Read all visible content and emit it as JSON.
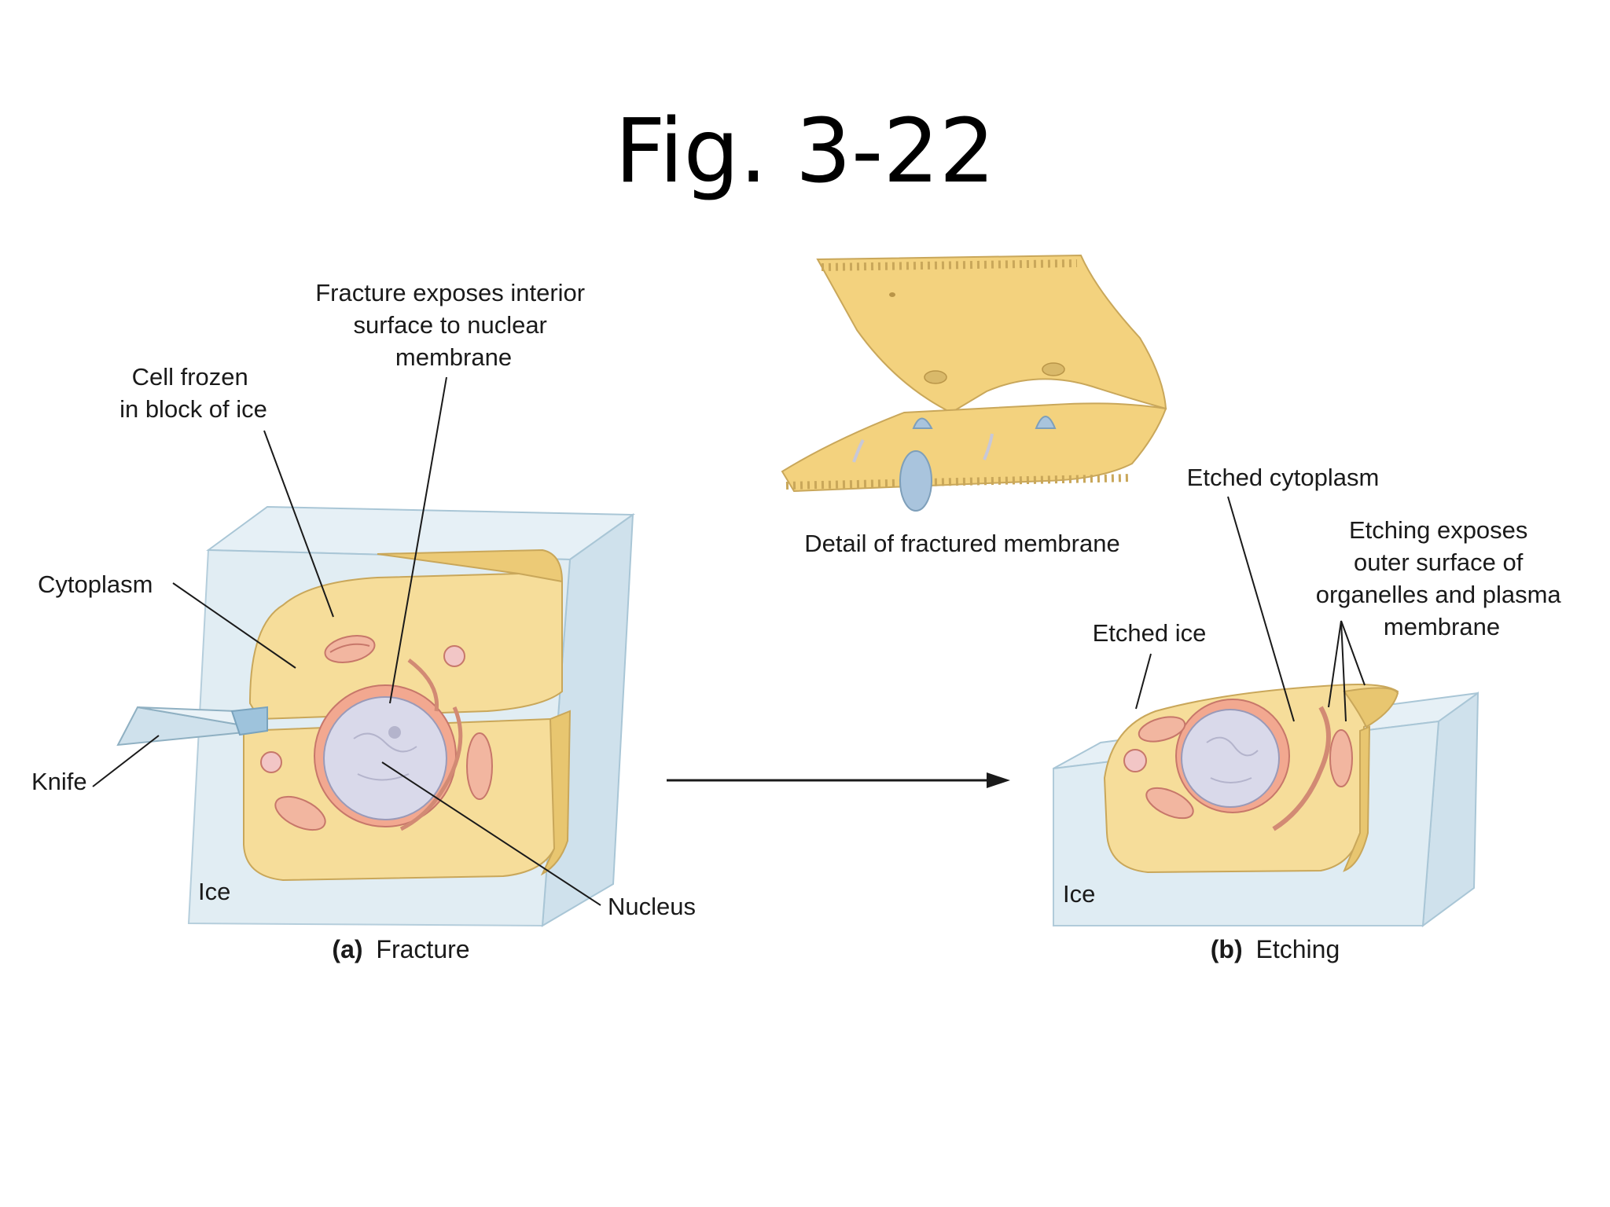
{
  "title": "Fig. 3-22",
  "labels": {
    "fracture_exposes": [
      "Fracture exposes interior",
      "surface to nuclear",
      "membrane"
    ],
    "cell_frozen": [
      "Cell frozen",
      "in block of ice"
    ],
    "cytoplasm": "Cytoplasm",
    "knife": "Knife",
    "ice_a": "Ice",
    "nucleus": "Nucleus",
    "detail": "Detail of fractured membrane",
    "etched_cytoplasm": "Etched cytoplasm",
    "etching_exposes": [
      "Etching exposes",
      "outer surface of",
      "organelles and plasma",
      "membrane"
    ],
    "etched_ice": "Etched ice",
    "ice_b": "Ice"
  },
  "captions": {
    "a_letter": "(a)",
    "a_text": "Fracture",
    "b_letter": "(b)",
    "b_text": "Etching"
  },
  "colors": {
    "ice": "#dceaf2",
    "ice_edge": "#a9c6d6",
    "cytoplasm": "#f6dd9a",
    "cytoplasm_dark": "#e8c670",
    "nucleus": "#d9d9ea",
    "nuclear_envelope": "#f2a890",
    "membrane": "#f3d27e",
    "protein": "#a9c4dd"
  }
}
